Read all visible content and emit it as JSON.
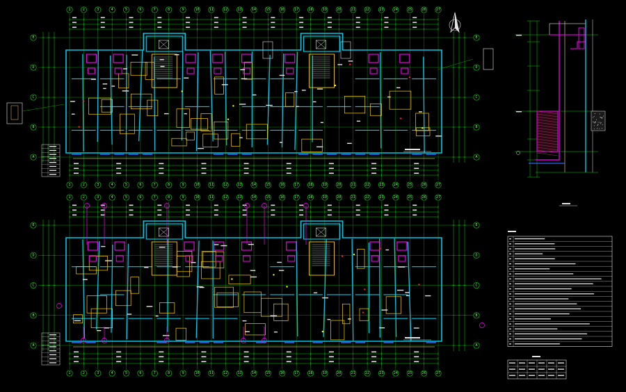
{
  "colors": {
    "background": "#000000",
    "grid": "#00d400",
    "wall": "#00c8e6",
    "accent": "#ff00ff",
    "room_line": "#ffd200",
    "yellow": "#ffff00",
    "text": "#e6e6e6",
    "red": "#ff2020",
    "blue": "#2a6bff",
    "tan": "#c9a46a"
  },
  "top_plan": {
    "grid_numbers": [
      "1",
      "2",
      "3",
      "4",
      "5",
      "6",
      "7",
      "8",
      "9",
      "10",
      "11",
      "12",
      "13",
      "14",
      "15",
      "16",
      "17",
      "18",
      "19",
      "20",
      "21",
      "22",
      "23",
      "24",
      "25",
      "26",
      "27"
    ],
    "grid_letters": [
      "E",
      "D",
      "C",
      "B",
      "A"
    ]
  },
  "bottom_plan": {
    "grid_numbers": [
      "1",
      "2",
      "3",
      "4",
      "5",
      "6",
      "7",
      "8",
      "9",
      "10",
      "11",
      "12",
      "13",
      "14",
      "15",
      "16",
      "17",
      "18",
      "19",
      "20",
      "21",
      "22",
      "23",
      "24",
      "25",
      "26",
      "27"
    ],
    "grid_letters": [
      "E",
      "D",
      "C",
      "B",
      "A"
    ]
  },
  "north_arrow": {
    "icon": "north-arrow-icon"
  },
  "section_detail": {
    "icon": "wall-section-detail"
  },
  "notes_table": {
    "rows": 22
  },
  "door_window_table": {
    "rows": 3,
    "cols": 6
  }
}
